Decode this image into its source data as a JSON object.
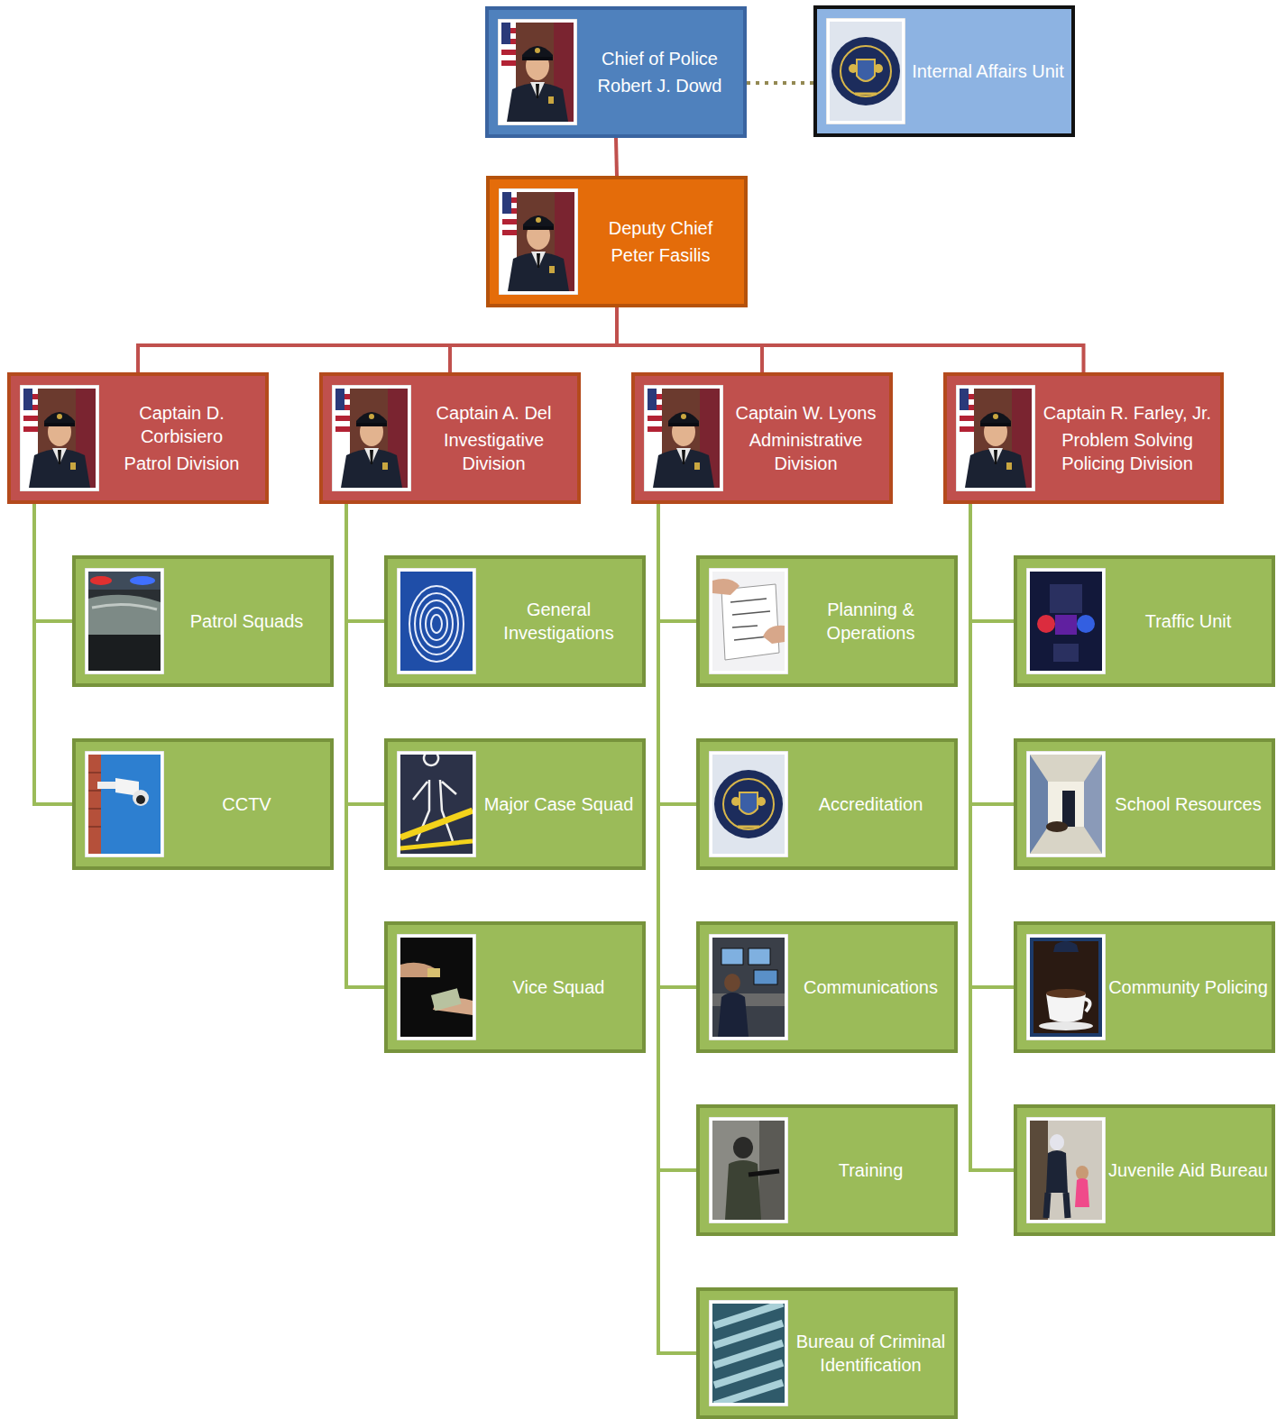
{
  "diagram": {
    "nodes": [
      {
        "text": [
          "Chief of Police",
          "Robert J. Dowd"
        ]
      },
      {
        "text": [
          "Internal Affairs Unit"
        ]
      },
      {
        "text": [
          "Deputy Chief",
          "Peter Fasilis"
        ]
      },
      {
        "text": [
          "Captain D. Corbisiero",
          "Patrol Division"
        ]
      },
      {
        "text": [
          "Captain A. Del",
          "Investigative Division"
        ]
      },
      {
        "text": [
          "Captain W. Lyons",
          "Administrative Division"
        ]
      },
      {
        "text": [
          "Captain R. Farley, Jr.",
          "Problem Solving Policing Division"
        ]
      },
      {
        "text": [
          "Patrol Squads"
        ]
      },
      {
        "text": [
          "CCTV"
        ]
      },
      {
        "text": [
          "General Investigations"
        ]
      },
      {
        "text": [
          "Major Case Squad"
        ]
      },
      {
        "text": [
          "Vice Squad"
        ]
      },
      {
        "text": [
          "Planning & Operations"
        ]
      },
      {
        "text": [
          "Accreditation"
        ]
      },
      {
        "text": [
          "Communications"
        ]
      },
      {
        "text": [
          "Training"
        ]
      },
      {
        "text": [
          "Bureau of Criminal Identification"
        ]
      },
      {
        "text": [
          "Traffic Unit"
        ]
      },
      {
        "text": [
          "School Resources"
        ]
      },
      {
        "text": [
          "Community Policing"
        ]
      },
      {
        "text": [
          "Juvenile Aid Bureau"
        ]
      }
    ],
    "edges": [
      {
        "from": 0,
        "to": 1,
        "arrow": "none"
      },
      {
        "from": 0,
        "to": 2,
        "arrow": "none"
      },
      {
        "from": 2,
        "to": 3,
        "arrow": "none"
      },
      {
        "from": 2,
        "to": 4,
        "arrow": "none"
      },
      {
        "from": 2,
        "to": 5,
        "arrow": "none"
      },
      {
        "from": 2,
        "to": 6,
        "arrow": "none"
      },
      {
        "from": 3,
        "to": 7,
        "arrow": "none"
      },
      {
        "from": 3,
        "to": 8,
        "arrow": "none"
      },
      {
        "from": 4,
        "to": 9,
        "arrow": "none"
      },
      {
        "from": 4,
        "to": 10,
        "arrow": "none"
      },
      {
        "from": 4,
        "to": 11,
        "arrow": "none"
      },
      {
        "from": 5,
        "to": 12,
        "arrow": "none"
      },
      {
        "from": 5,
        "to": 13,
        "arrow": "none"
      },
      {
        "from": 5,
        "to": 14,
        "arrow": "none"
      },
      {
        "from": 5,
        "to": 15,
        "arrow": "none"
      },
      {
        "from": 5,
        "to": 16,
        "arrow": "none"
      },
      {
        "from": 6,
        "to": 17,
        "arrow": "none"
      },
      {
        "from": 6,
        "to": 18,
        "arrow": "none"
      },
      {
        "from": 6,
        "to": 19,
        "arrow": "none"
      },
      {
        "from": 6,
        "to": 20,
        "arrow": "none"
      }
    ]
  }
}
